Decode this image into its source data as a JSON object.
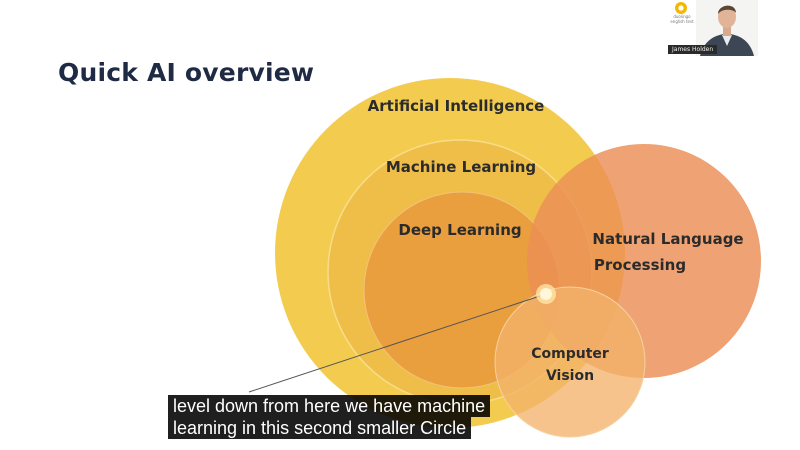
{
  "slide": {
    "title": "Quick AI overview"
  },
  "diagram": {
    "circles": [
      {
        "label": "Artificial Intelligence",
        "color": "#f3cc4f"
      },
      {
        "label": "Machine Learning",
        "color": "#efbe48"
      },
      {
        "label": "Deep Learning",
        "color": "#ea9f3e"
      },
      {
        "label_lines": [
          "Natural Language",
          "Processing"
        ],
        "color": "#eb8f55"
      },
      {
        "label_lines": [
          "Computer",
          "Vision"
        ],
        "color": "#f2b26a"
      }
    ],
    "pointer_color": "#fff3c4",
    "connector_color": "#555555"
  },
  "video_tile": {
    "brand_line1": "duolingo",
    "brand_line2": "english test",
    "logo_color": "#f5b800",
    "presenter_name": "James Holden"
  },
  "captions": {
    "line1": "level down from here we have machine",
    "line2": "learning in this second smaller Circle"
  }
}
